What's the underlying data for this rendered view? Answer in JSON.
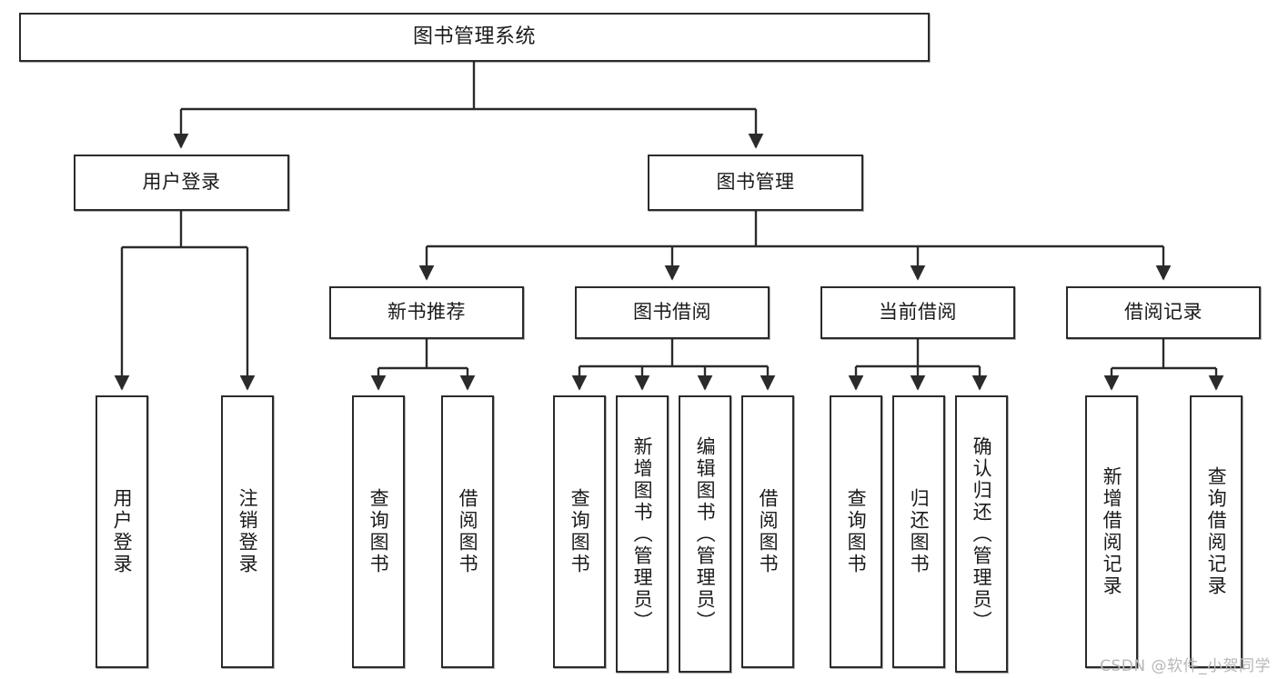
{
  "diagram": {
    "title": "图书管理系统",
    "type": "tree-hierarchy",
    "stroke_color": "#2b2b2b",
    "background_color": "#ffffff",
    "root": {
      "id": "root",
      "label": "图书管理系统"
    },
    "level2": [
      {
        "id": "user-login",
        "label": "用户登录"
      },
      {
        "id": "book-manage",
        "label": "图书管理"
      }
    ],
    "level3": [
      {
        "id": "new-book-recommend",
        "label": "新书推荐"
      },
      {
        "id": "book-borrow",
        "label": "图书借阅"
      },
      {
        "id": "current-borrow",
        "label": "当前借阅"
      },
      {
        "id": "borrow-record",
        "label": "借阅记录"
      }
    ],
    "leaves": {
      "user_login": [
        {
          "id": "leaf-user-login",
          "label": "用户登录"
        },
        {
          "id": "leaf-user-logout",
          "label": "注销登录"
        }
      ],
      "new_book_recommend": [
        {
          "id": "leaf-query-book-1",
          "label": "查询图书"
        },
        {
          "id": "leaf-borrow-book-1",
          "label": "借阅图书"
        }
      ],
      "book_borrow": [
        {
          "id": "leaf-query-book-2",
          "label": "查询图书"
        },
        {
          "id": "leaf-add-book",
          "label": "新增图书（管理员）"
        },
        {
          "id": "leaf-edit-book",
          "label": "编辑图书（管理员）"
        },
        {
          "id": "leaf-borrow-book-2",
          "label": "借阅图书"
        }
      ],
      "current_borrow": [
        {
          "id": "leaf-query-book-3",
          "label": "查询图书"
        },
        {
          "id": "leaf-return-book",
          "label": "归还图书"
        },
        {
          "id": "leaf-confirm-return",
          "label": "确认归还（管理员）"
        }
      ],
      "borrow_record": [
        {
          "id": "leaf-add-record",
          "label": "新增借阅记录"
        },
        {
          "id": "leaf-query-record",
          "label": "查询借阅记录"
        }
      ]
    }
  },
  "watermark": {
    "text": "CSDN @软件_小贺同学"
  }
}
